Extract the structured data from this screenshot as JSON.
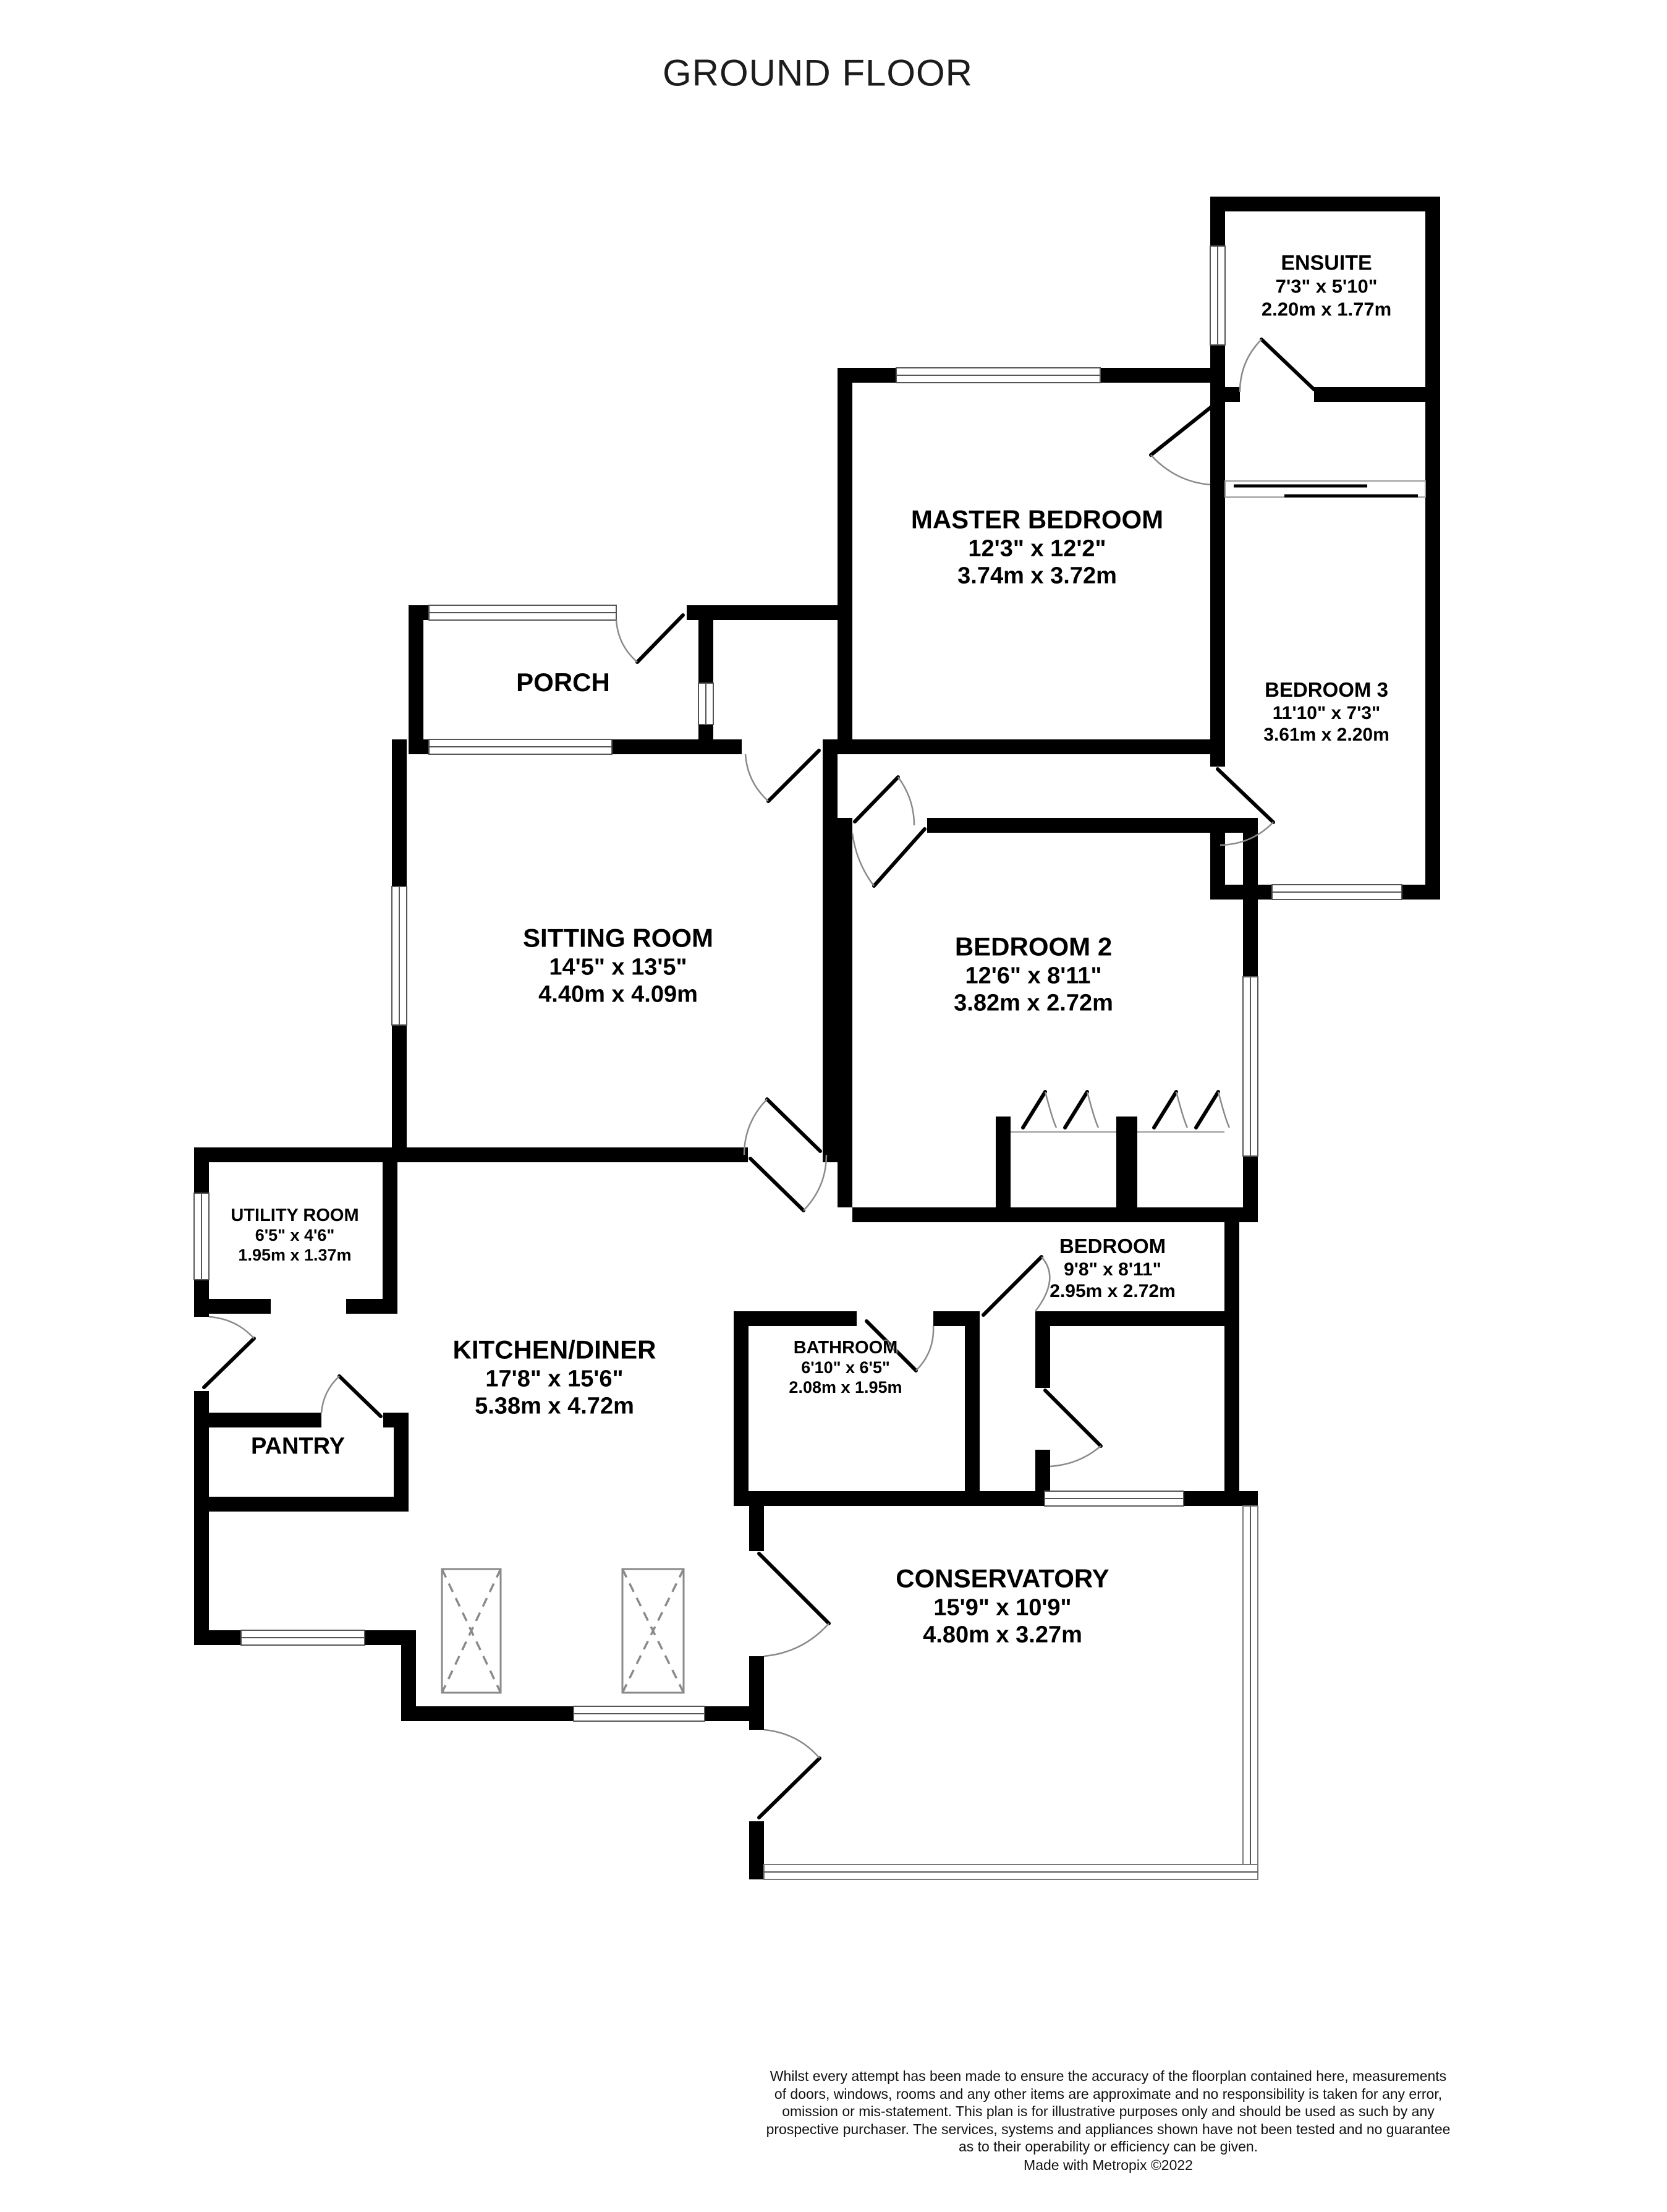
{
  "title": "GROUND FLOOR",
  "rooms": {
    "ensuite": {
      "name": "ENSUITE",
      "dims_ft": "7'3\"  x 5'10\"",
      "dims_m": "2.20m  x 1.77m"
    },
    "master_bedroom": {
      "name": "MASTER BEDROOM",
      "dims_ft": "12'3\"  x 12'2\"",
      "dims_m": "3.74m  x 3.72m"
    },
    "porch": {
      "name": "PORCH"
    },
    "bedroom_3": {
      "name": "BEDROOM 3",
      "dims_ft": "11'10\"  x 7'3\"",
      "dims_m": "3.61m  x 2.20m"
    },
    "sitting_room": {
      "name": "SITTING ROOM",
      "dims_ft": "14'5\"  x 13'5\"",
      "dims_m": "4.40m  x 4.09m"
    },
    "bedroom_2": {
      "name": "BEDROOM 2",
      "dims_ft": "12'6\"  x 8'11\"",
      "dims_m": "3.82m  x 2.72m"
    },
    "utility_room": {
      "name": "UTILITY ROOM",
      "dims_ft": "6'5\"  x 4'6\"",
      "dims_m": "1.95m  x 1.37m"
    },
    "kitchen_diner": {
      "name": "KITCHEN/DINER",
      "dims_ft": "17'8\"  x 15'6\"",
      "dims_m": "5.38m  x 4.72m"
    },
    "bedroom": {
      "name": "BEDROOM",
      "dims_ft": "9'8\"  x 8'11\"",
      "dims_m": "2.95m  x 2.72m"
    },
    "bathroom": {
      "name": "BATHROOM",
      "dims_ft": "6'10\"  x 6'5\"",
      "dims_m": "2.08m  x 1.95m"
    },
    "pantry": {
      "name": "PANTRY"
    },
    "conservatory": {
      "name": "CONSERVATORY",
      "dims_ft": "15'9\"  x 10'9\"",
      "dims_m": "4.80m  x 3.27m"
    }
  },
  "footer": {
    "disclaimer": "Whilst every attempt has been made to ensure the accuracy of the floorplan contained here, measurements\nof doors, windows, rooms and any other items are approximate and no responsibility is taken for any error,\nomission or mis-statement. This plan is for illustrative purposes only and should be used as such by any\nprospective purchaser. The services, systems and appliances shown have not been tested and no guarantee\nas to their operability or efficiency can be given.",
    "credit": "Made with Metropix ©2022"
  }
}
